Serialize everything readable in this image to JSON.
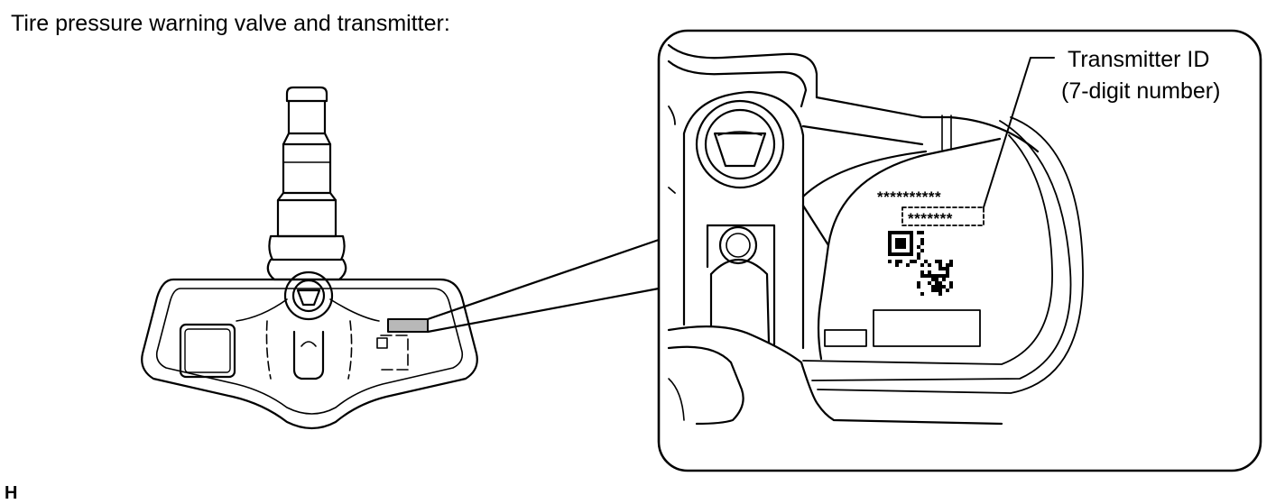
{
  "title": "Tire pressure warning valve and transmitter:",
  "callout": {
    "label_line1": "Transmitter ID",
    "label_line2": "(7-digit number)",
    "sticker_line1": "**********",
    "sticker_line2": "*******"
  },
  "corner_mark": "H"
}
